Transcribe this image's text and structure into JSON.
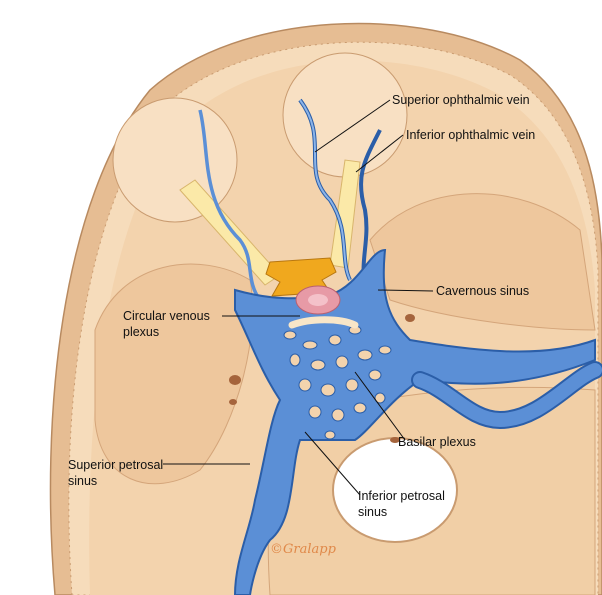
{
  "labels": {
    "superior_ophthalmic_vein": "Superior ophthalmic vein",
    "inferior_ophthalmic_vein": "Inferior ophthalmic vein",
    "cavernous_sinus": "Cavernous sinus",
    "circular_venous_plexus_1": "Circular venous",
    "circular_venous_plexus_2": "plexus",
    "basilar_plexus": "Basilar plexus",
    "superior_petrosal_sinus_1": "Superior petrosal",
    "superior_petrosal_sinus_2": "sinus",
    "inferior_petrosal_sinus_1": "Inferior petrosal",
    "inferior_petrosal_sinus_2": "sinus"
  },
  "signature": "©Gralapp",
  "colors": {
    "bone": "#f3d5b0",
    "bone_shadow": "#dcae82",
    "vein": "#5b8fd6",
    "vein_dark": "#2b5ea8",
    "pituitary": "#e79aa6",
    "clinoid": "#f0a81e"
  }
}
